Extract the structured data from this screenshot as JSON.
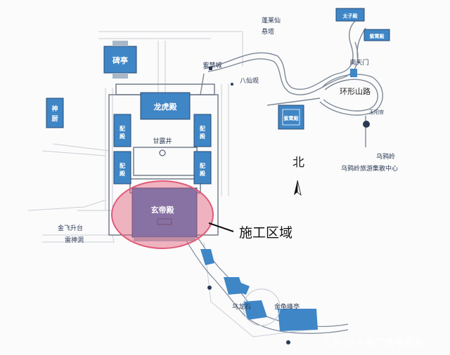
{
  "map": {
    "north_label": "北",
    "construction_label": "施工区域",
    "highlight_color": "#e05a78",
    "building_color": "#3f86c6",
    "buildings": {
      "beiting": "碑亭",
      "shenku": "神厨",
      "longhu": "龙虎殿",
      "peidian": "配殿",
      "xuandi": "玄帝殿",
      "top1": "太子殿",
      "top2": "紫霄殿",
      "right_small": "紫霄殿"
    },
    "places": {
      "ganlujing": "甘露井",
      "tiangmen": "南天门",
      "huanxing": "环形山路",
      "gate_left": "紫禁城",
      "pa": "八仙观",
      "yulu": "玉阳宫",
      "ferry1": "乌鸦岭",
      "ferry2": "乌鸦岭旅游集散中心",
      "left_place1": "金飞升台",
      "left_place2": "雷神洞",
      "upper_mid": "蓬莱仙",
      "upper_mid2": "悬塔",
      "bottom_left": "乌龙石",
      "bottom_mid": "金龟峰亭"
    },
    "watermark": "头条 @十堰广播电视台"
  }
}
